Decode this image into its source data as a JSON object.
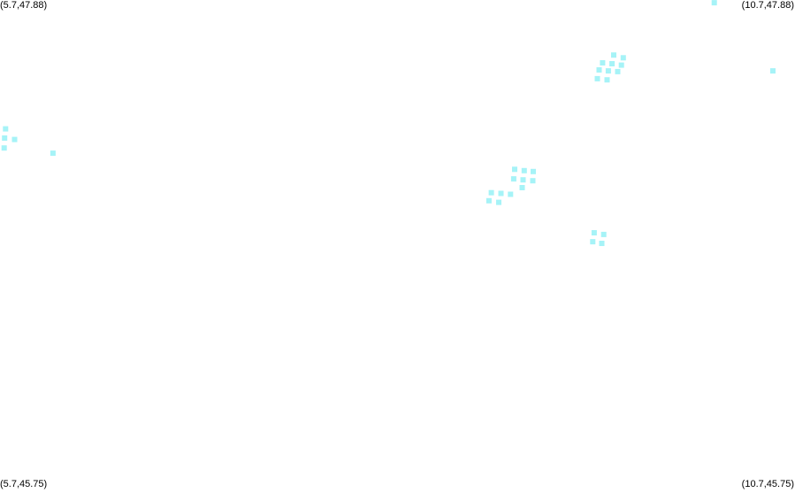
{
  "map": {
    "corners": {
      "top_left": "(5.7,47.88)",
      "top_right": "(10.7,47.88)",
      "bottom_left": "(5.7,45.75)",
      "bottom_right": "(10.7,45.75)"
    },
    "extent": {
      "lon_min": 5.7,
      "lon_max": 10.7,
      "lat_min": 45.75,
      "lat_max": 47.88
    },
    "marker_color": "#a6f3f7",
    "marker_shape": "square",
    "points": [
      {
        "lon": 10.192,
        "lat": 47.868
      },
      {
        "lon": 5.735,
        "lat": 47.318
      },
      {
        "lon": 5.729,
        "lat": 47.278
      },
      {
        "lon": 5.792,
        "lat": 47.272
      },
      {
        "lon": 5.726,
        "lat": 47.235
      },
      {
        "lon": 6.033,
        "lat": 47.212
      },
      {
        "lon": 10.561,
        "lat": 47.571
      },
      {
        "lon": 9.56,
        "lat": 47.64
      },
      {
        "lon": 9.62,
        "lat": 47.628
      },
      {
        "lon": 9.49,
        "lat": 47.606
      },
      {
        "lon": 9.549,
        "lat": 47.602
      },
      {
        "lon": 9.608,
        "lat": 47.596
      },
      {
        "lon": 9.468,
        "lat": 47.575
      },
      {
        "lon": 9.526,
        "lat": 47.571
      },
      {
        "lon": 9.585,
        "lat": 47.568
      },
      {
        "lon": 9.457,
        "lat": 47.537
      },
      {
        "lon": 9.518,
        "lat": 47.532
      },
      {
        "lon": 8.937,
        "lat": 47.142
      },
      {
        "lon": 8.997,
        "lat": 47.136
      },
      {
        "lon": 9.054,
        "lat": 47.132
      },
      {
        "lon": 8.931,
        "lat": 47.1
      },
      {
        "lon": 8.99,
        "lat": 47.096
      },
      {
        "lon": 9.051,
        "lat": 47.092
      },
      {
        "lon": 8.984,
        "lat": 47.062
      },
      {
        "lon": 8.79,
        "lat": 47.04
      },
      {
        "lon": 8.851,
        "lat": 47.037
      },
      {
        "lon": 8.911,
        "lat": 47.033
      },
      {
        "lon": 8.775,
        "lat": 47.005
      },
      {
        "lon": 8.837,
        "lat": 46.998
      },
      {
        "lon": 9.437,
        "lat": 46.865
      },
      {
        "lon": 9.497,
        "lat": 46.858
      },
      {
        "lon": 9.428,
        "lat": 46.826
      },
      {
        "lon": 9.485,
        "lat": 46.819
      }
    ]
  }
}
